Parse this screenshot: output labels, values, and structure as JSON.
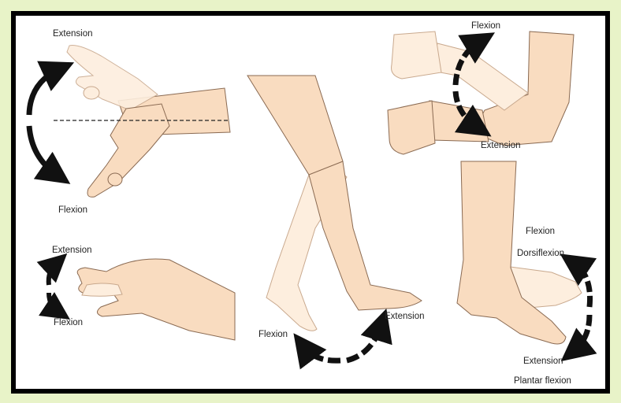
{
  "colors": {
    "background": "#ffffff",
    "frame_outer": "#e8f3c8",
    "frame_border": "#000000",
    "skin": "#f9dcc0",
    "skin_light": "#fdeede",
    "skin_outline": "#8a6a52",
    "arrow": "#111111",
    "label_text": "#222222"
  },
  "icons": {
    "motion_arrow": "curved-double-arrow-icon",
    "reference_line": "dashed-line"
  },
  "labels": {
    "wrist_extension": "Extension",
    "wrist_flexion": "Flexion",
    "finger_extension": "Extension",
    "finger_flexion": "Flexion",
    "knee_flexion": "Flexion",
    "knee_extension": "Extension",
    "elbow_flexion": "Flexion",
    "elbow_extension": "Extension",
    "ankle_flexion": "Flexion",
    "ankle_dorsiflexion": "Dorsiflexion",
    "ankle_extension": "Extension",
    "ankle_plantar_flexion": "Plantar flexion"
  }
}
